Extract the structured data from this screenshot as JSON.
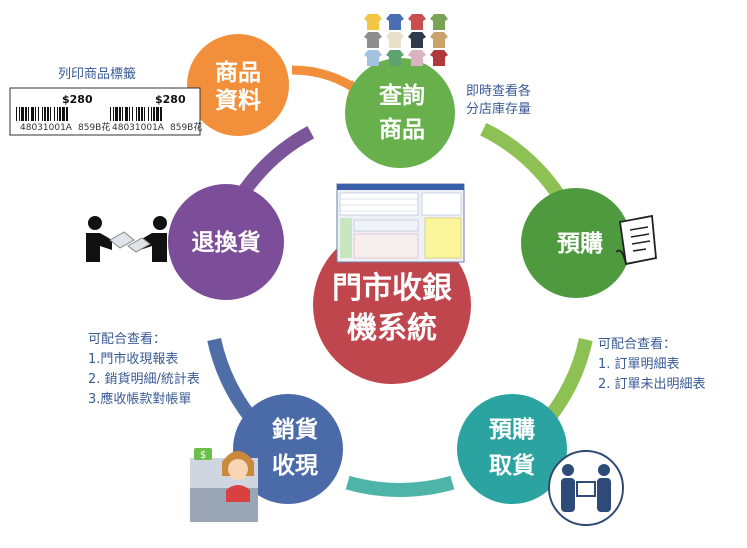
{
  "colors": {
    "ring_purple": "#7b5499",
    "ring_green": "#8dc153",
    "ring_teal": "#4fb4a8",
    "ring_blue": "#4f6ea8",
    "ring_violet": "#6f57a1",
    "orange": "#f18f3b",
    "green_node": "#68b04b",
    "green_dark": "#4f9a3e",
    "teal_node": "#2aa3a1",
    "navy_node": "#4b6aa8",
    "purple_node": "#7c4d99",
    "center": "#c0464d",
    "note_blue": "#3a5a96"
  },
  "nodes": {
    "product_data": {
      "line1": "商品",
      "line2": "資料"
    },
    "query_product": {
      "line1": "查詢",
      "line2": "商品"
    },
    "preorder": {
      "line1": "預購"
    },
    "preorder_pickup": {
      "line1": "預購",
      "line2": "取貨"
    },
    "sales_cash": {
      "line1": "銷貨",
      "line2": "收現"
    },
    "return_exchange": {
      "line1": "退換貨"
    },
    "center": {
      "line1": "門市收銀",
      "line2": "機系統"
    }
  },
  "notes": {
    "print_label": "列印商品標籤",
    "query_note": [
      "即時查看各",
      "分店庫存量"
    ],
    "left_note": [
      "可配合查看：",
      "1.門市收現報表",
      "2. 銷貨明細/統計表",
      "3.應收帳款對帳單"
    ],
    "right_note": [
      "可配合查看：",
      "1. 訂單明細表",
      "2. 訂單未出明細表"
    ]
  },
  "price_tags": [
    {
      "price": "$280",
      "code": "48031001A",
      "tag": "859B花"
    },
    {
      "price": "$280",
      "code": "48031001A",
      "tag": "859B花"
    }
  ],
  "icons": {
    "clothes": "clothes-grid-icon",
    "receipt": "receipt-icon",
    "handover": "handover-icon",
    "cashier": "cashier-icon",
    "exchange": "exchange-icon",
    "barcode": "barcode-icon"
  }
}
